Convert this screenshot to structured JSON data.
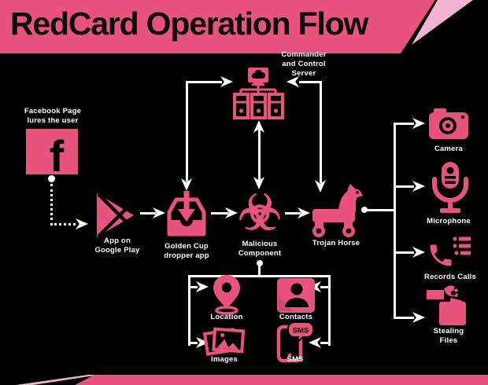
{
  "title": "RedCard Operation Flow",
  "colors": {
    "pink": "#e8537e",
    "light_pink": "#f3b3d2",
    "shade_pink": "#c84a72",
    "background": "#000000",
    "line": "#ffffff",
    "text_dark": "#0c0c0c"
  },
  "nodes": {
    "facebook": {
      "caption": "Facebook Page\nlures the user",
      "icon": "facebook-icon",
      "letter": "f"
    },
    "google_play": {
      "caption": "App on\nGoogle Play",
      "icon": "google-play-icon"
    },
    "dropper": {
      "caption": "Golden Cup\ndropper app",
      "icon": "inbox-download-icon"
    },
    "malicious": {
      "caption": "Malicious\nComponent",
      "icon": "biohazard-icon",
      "glyph": "☣"
    },
    "trojan": {
      "caption": "Trojan Horse",
      "icon": "trojan-horse-icon"
    },
    "server": {
      "caption": "Commander\nand Control\nServer",
      "icon": "server-icon"
    }
  },
  "capabilities": [
    {
      "label": "Camera",
      "icon": "camera-icon"
    },
    {
      "label": "Microphone",
      "icon": "microphone-icon"
    },
    {
      "label": "Records Calls",
      "icon": "phone-list-icon"
    },
    {
      "label": "Stealing\nFiles",
      "icon": "stealing-files-icon"
    }
  ],
  "data_targets": [
    {
      "label": "Location",
      "icon": "location-pin-icon"
    },
    {
      "label": "Contacts",
      "icon": "contacts-icon"
    },
    {
      "label": "Images",
      "icon": "images-icon"
    },
    {
      "label": "SMS",
      "icon": "sms-phone-icon",
      "bubble": "SMS"
    }
  ]
}
